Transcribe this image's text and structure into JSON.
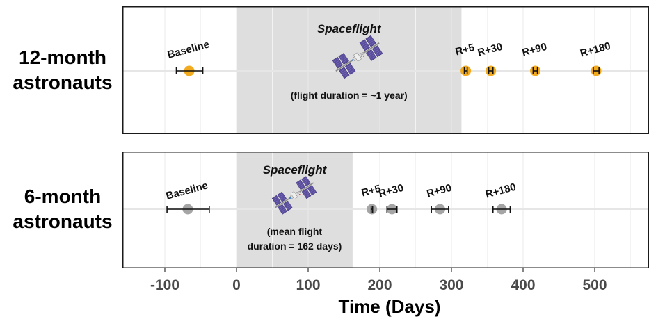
{
  "chart_data": {
    "type": "scatter",
    "xlabel": "Time (Days)",
    "xlim": [
      -160,
      570
    ],
    "x_ticks": [
      -100,
      0,
      100,
      200,
      300,
      400,
      500
    ],
    "x_tick_labels": [
      "-100",
      "0",
      "100",
      "200",
      "300",
      "400",
      "500"
    ],
    "grid": true,
    "panels": [
      {
        "group_label": "12-month astronauts",
        "group_label_lines": [
          "12-month",
          "astronauts"
        ],
        "color": "#f2aa1f",
        "shading": {
          "from": 0,
          "to": 314
        },
        "shading_title": "Spaceflight",
        "shading_note_lines": [
          "(flight duration = ~1 year)"
        ],
        "points": [
          {
            "label": "Baseline",
            "x": -66,
            "err_low": -84,
            "err_high": -47
          },
          {
            "label": "R+5",
            "x": 320,
            "err_low": 318,
            "err_high": 322
          },
          {
            "label": "R+30",
            "x": 355,
            "err_low": 352,
            "err_high": 358
          },
          {
            "label": "R+90",
            "x": 417,
            "err_low": 414,
            "err_high": 420
          },
          {
            "label": "R+180",
            "x": 502,
            "err_low": 498,
            "err_high": 506
          }
        ]
      },
      {
        "group_label": "6-month astronauts",
        "group_label_lines": [
          "6-month",
          "astronauts"
        ],
        "color": "#a5a5a5",
        "shading": {
          "from": 0,
          "to": 162
        },
        "shading_title": "Spaceflight",
        "shading_note_lines": [
          "(mean flight",
          "duration = 162 days)"
        ],
        "points": [
          {
            "label": "Baseline",
            "x": -68,
            "err_low": -97,
            "err_high": -38
          },
          {
            "label": "R+5",
            "x": 189,
            "err_low": 188,
            "err_high": 190
          },
          {
            "label": "R+30",
            "x": 217,
            "err_low": 210,
            "err_high": 224
          },
          {
            "label": "R+90",
            "x": 284,
            "err_low": 272,
            "err_high": 296
          },
          {
            "label": "R+180",
            "x": 370,
            "err_low": 358,
            "err_high": 382
          }
        ]
      }
    ]
  }
}
